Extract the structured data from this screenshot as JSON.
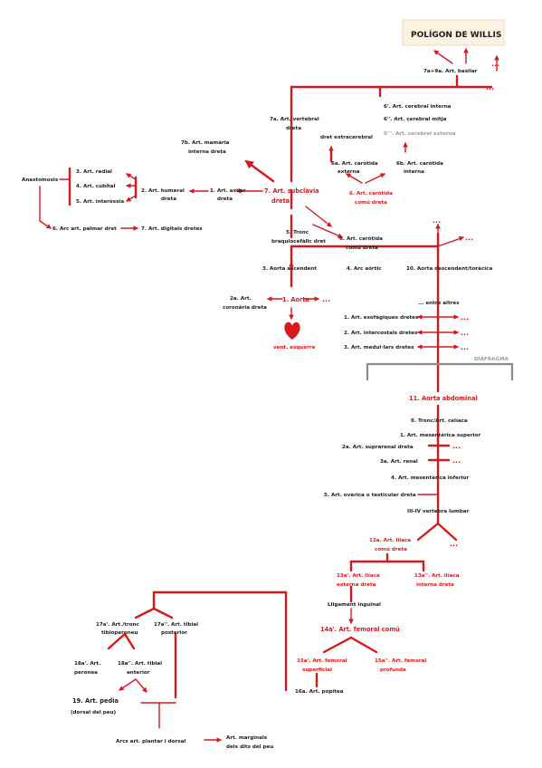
{
  "title": "POLÍGON DE WILLIS",
  "dots": "...",
  "labels": {
    "basilar": "7a+9a. Art. basilar",
    "cer_int": "6'. Art. cerebral interna",
    "cer_mitja": "6''. Art. cerebral mitja",
    "cer_ext": "6'''. Art. cerebral externa",
    "vertebral_1": "7a. Art. vertebral",
    "vertebral_2": "dreta",
    "mamaria_1": "7b. Art. mamària",
    "mamaria_2": "interna dreta",
    "extracerebral": "dret extracerebral",
    "car_ext_1": "6a. Art. caròtida",
    "car_ext_2": "externa",
    "car_int_1": "6b. Art. caròtida",
    "car_int_2": "interna",
    "car_comu_1": "6. Art. caròtida",
    "car_comu_2": "comú dreta",
    "anastomosis": "Anastomosis",
    "radial": "3. Art. radial",
    "cubital": "4. Art. cubital",
    "interossia": "5. Art. interòssia",
    "humeral_1": "2. Art. humeral",
    "humeral_2": "dreta",
    "axilar_1": "1. Art. axilar",
    "axilar_2": "dreta",
    "subclavia_1": "7. Art. subclàvia",
    "subclavia_2": "dreta",
    "palmar": "6. Arc art. palmar dret",
    "digitals": "7. Art. digitals dretes",
    "tronc_1": "5. Tronc",
    "tronc_2": "braquiocefàlic dret",
    "car_comu_esq_1": "6. Art. caròtida",
    "car_comu_esq_2": "comú dreta",
    "aorta_asc": "3. Aorta ascendent",
    "arc_aortic": "4. Arc aòrtic",
    "aorta_desc": "10. Aorta descendent/toràcica",
    "coronaria_1": "2a. Art.",
    "coronaria_2": "coronària dreta",
    "aorta": "1. Aorta",
    "vent": "vent. esquerre",
    "entre_altres": "... entre altres",
    "esofagiques": "1. Art. esofàgiques dretes",
    "intercostals": "2. Art. intercostals dretes",
    "medul": "3. Art. medul·lars dretes",
    "diafragma": "DIAFRAGMA",
    "aorta_abd": "11. Aorta abdominal",
    "celiaca": "0. Tronc/Art. celíaca",
    "mes_sup": "1. Art. mesentèrica superior",
    "suprarenal": "2a. Art. suprarenal dreta",
    "renal": "3a. Art. renal",
    "mes_inf": "4. Art. mesentèrica inferior",
    "ovarica": "5. Art. ovàrica o testicular dreta",
    "lumbar": "III-IV vertebra lumbar",
    "iliaca_comu_1": "12a. Art. ilíaca",
    "iliaca_comu_2": "comú dreta",
    "iliaca_ext_1": "13a'. Art. ilíaca",
    "iliaca_ext_2": "externa dreta",
    "iliaca_int_1": "13a''. Art. ilíaca",
    "iliaca_int_2": "interna dreta",
    "lligament": "Lligament inguinal",
    "femoral_comu": "14a'. Art. femoral comú",
    "femoral_sup_1": "15a'. Art. femoral",
    "femoral_sup_2": "superficial",
    "femoral_prof_1": "15a''. Art. femoral",
    "femoral_prof_2": "profunda",
    "popitea": "16a. Art. popítea",
    "tronc_tib_1": "17a'. Art./tronc",
    "tronc_tib_2": "tibioperoneu",
    "tibial_post_1": "17a''. Art. tibial",
    "tibial_post_2": "posterior",
    "peronea_1": "18a'. Art.",
    "peronea_2": "peronea",
    "tibial_ant_1": "18a''. Art. tibial",
    "tibial_ant_2": "anterior",
    "pedia_1": "19. Art. pedia",
    "pedia_2": "(dorsal del peu)",
    "arcs": "Arcs art. plantar i dorsal",
    "marginals_1": "Art. marginals",
    "marginals_2": "dels dits del peu"
  }
}
